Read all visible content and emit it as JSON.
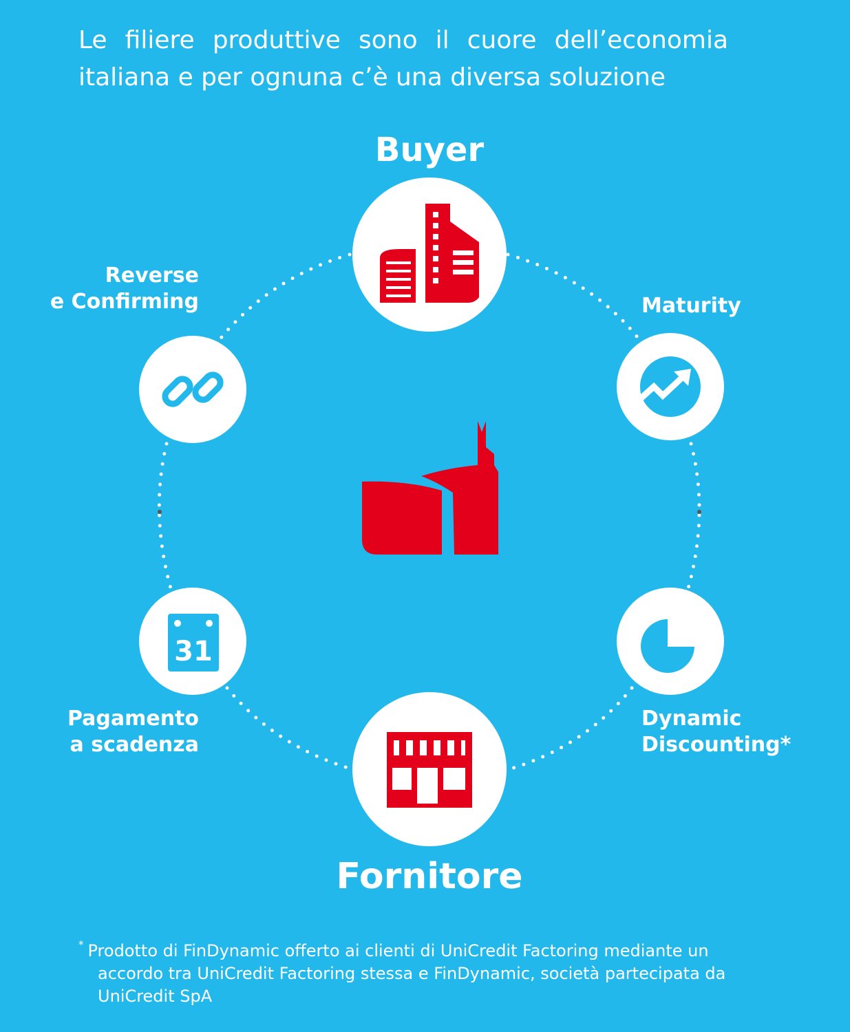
{
  "colors": {
    "background": "#22b8ec",
    "accent_red": "#e2001a",
    "white": "#ffffff",
    "dots": "#ffffff"
  },
  "headline": {
    "line1": "Le filiere produttive sono il cuore dell’economia",
    "line2": "italiana e per ognuna c’è una diversa soluzione"
  },
  "nodes": {
    "buyer": {
      "label": "Buyer",
      "icon": "office-buildings-icon"
    },
    "fornitore": {
      "label": "Fornitore",
      "icon": "storefront-icon"
    },
    "reverse": {
      "line1": "Reverse",
      "line2": "e Confirming",
      "icon": "chain-link-icon"
    },
    "maturity": {
      "line1": "Maturity",
      "icon": "trend-up-arrow-icon"
    },
    "pagamento": {
      "line1": "Pagamento",
      "line2": "a scadenza",
      "icon": "calendar-icon",
      "calendar_day": "31"
    },
    "dynamic": {
      "line1": "Dynamic",
      "line2": "Discounting*",
      "icon": "clock-pie-icon"
    },
    "center": {
      "icon": "unicredit-tower-logo"
    }
  },
  "footnote": {
    "marker": "*",
    "line1": "Prodotto di FinDynamic offerto ai clienti di UniCredit Factoring mediante un",
    "line2": "accordo tra UniCredit Factoring stessa e FinDynamic, società partecipata da",
    "line3": "UniCredit SpA"
  }
}
